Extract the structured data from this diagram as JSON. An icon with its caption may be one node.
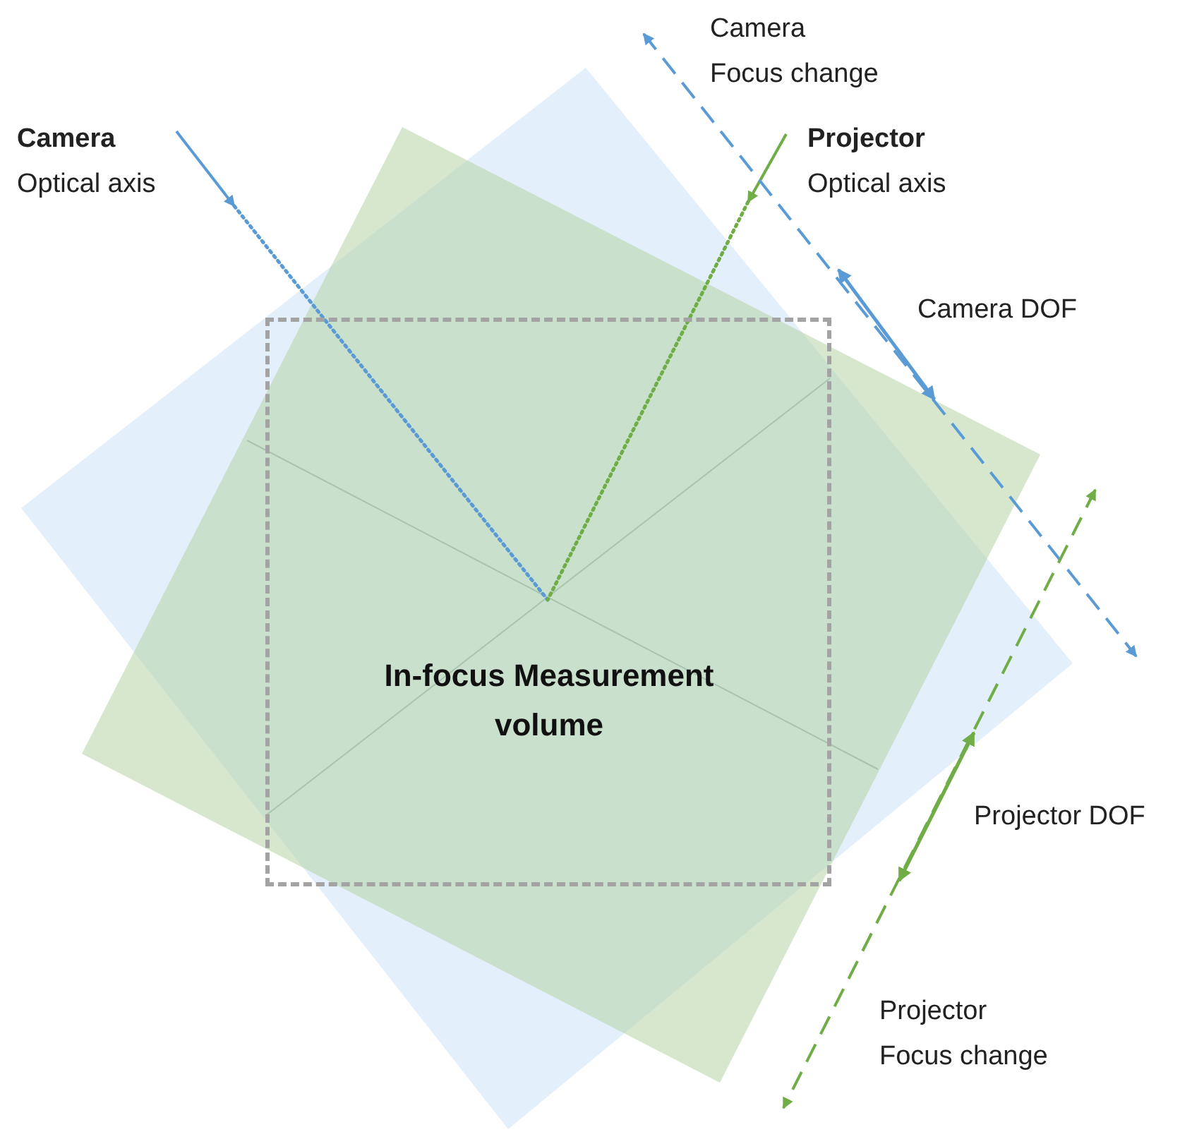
{
  "diagram": {
    "nodes": [
      {
        "text": [
          "In-focus Measurement volume"
        ]
      }
    ],
    "labels": [
      "Camera",
      "Focus change",
      "Camera",
      "Optical axis",
      "Projector",
      "Optical axis",
      "Camera DOF",
      "Projector DOF",
      "Projector",
      "Focus change"
    ]
  }
}
